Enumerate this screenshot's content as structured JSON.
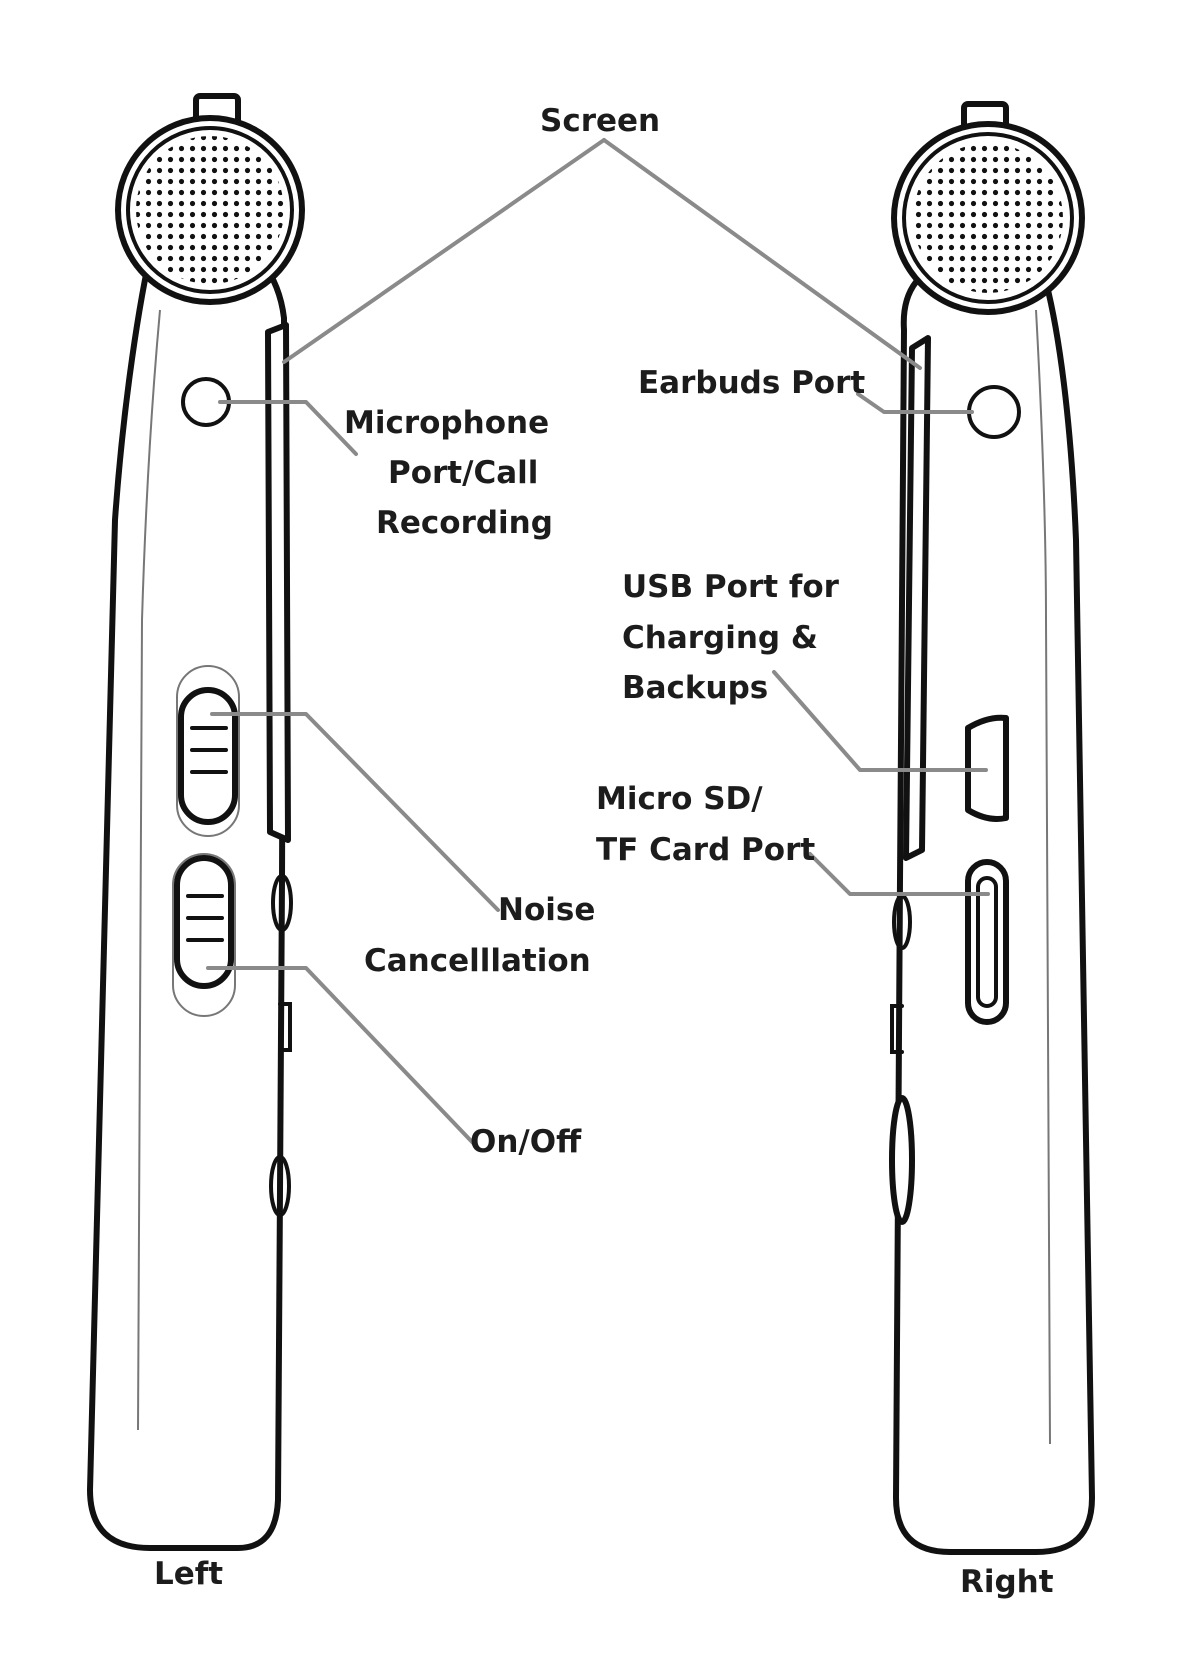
{
  "labels": {
    "screen": "Screen",
    "earbuds_port": "Earbuds Port",
    "microphone": [
      "Microphone",
      "Port/Call",
      "Recording"
    ],
    "usb_port": [
      "USB Port for",
      "Charging &",
      "Backups"
    ],
    "micro_sd": [
      "Micro SD/",
      "TF Card Port"
    ],
    "noise_cancellation": [
      "Noise",
      "Cancelllation"
    ],
    "on_off": "On/Off",
    "left": "Left",
    "right": "Right"
  },
  "colors": {
    "outline": "#111111",
    "leader_line": "#8a8a8a",
    "text": "#1c1c1c",
    "background": "#ffffff"
  }
}
